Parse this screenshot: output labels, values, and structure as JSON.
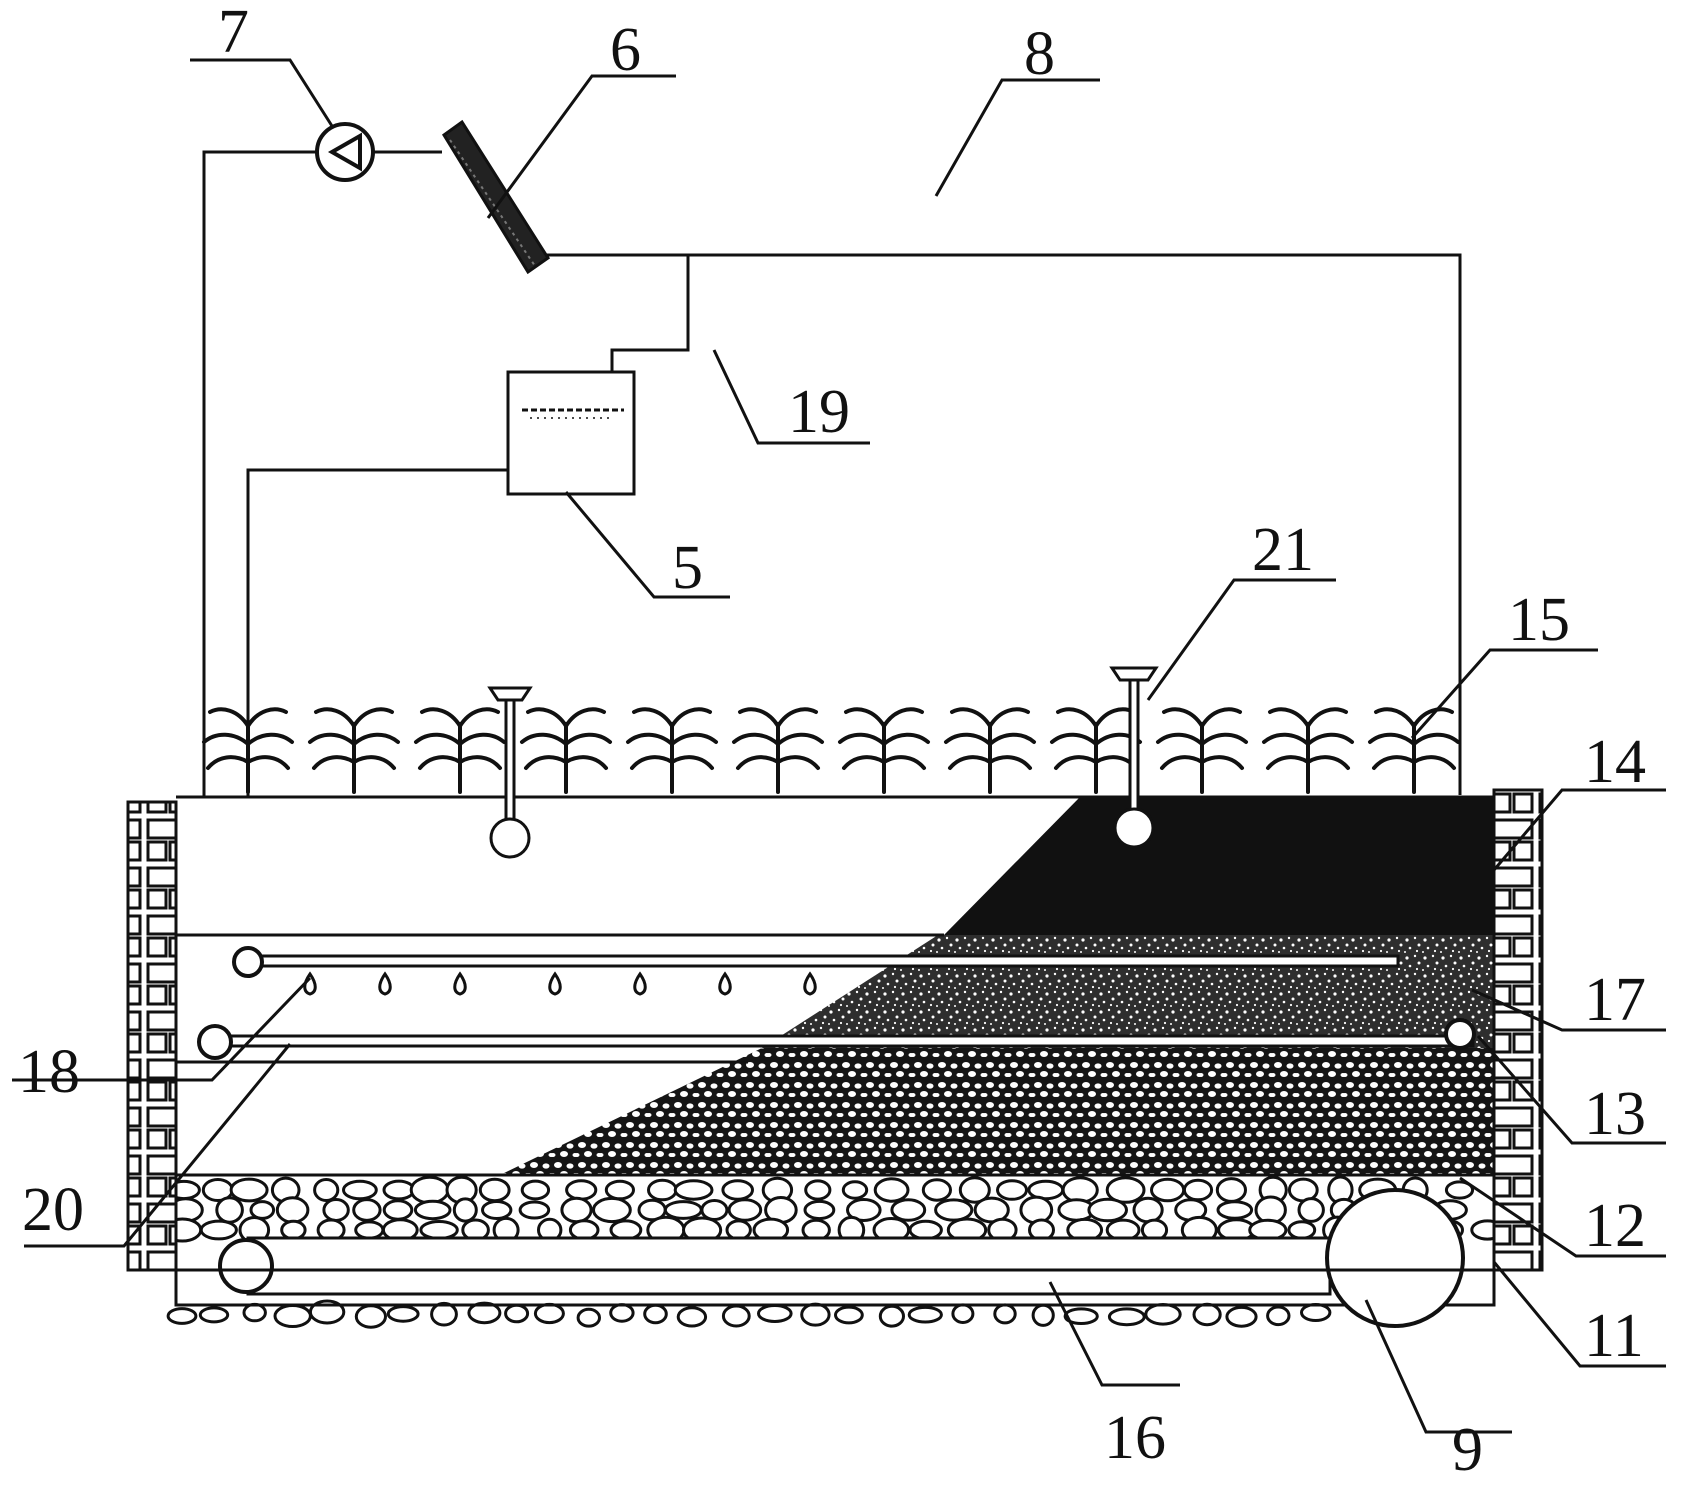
{
  "labels": {
    "n5": "5",
    "n6": "6",
    "n7": "7",
    "n8": "8",
    "n9": "9",
    "n11": "11",
    "n12": "12",
    "n13": "13",
    "n14": "14",
    "n15": "15",
    "n16": "16",
    "n17": "17",
    "n18": "18",
    "n19": "19",
    "n20": "20",
    "n21": "21"
  },
  "colors": {
    "line": "#111111",
    "paper": "#ffffff",
    "soil_dark": "#111111",
    "sand": "#3a3a3a",
    "gravel": "#222222"
  }
}
